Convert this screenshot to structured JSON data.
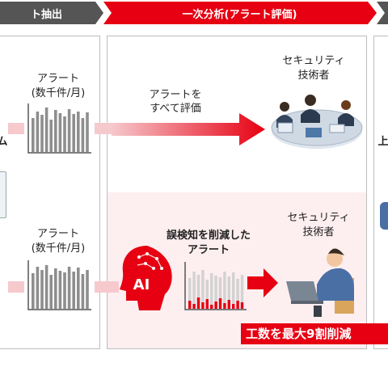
{
  "header": {
    "step1": "ト抽出",
    "step2": "一次分析(アラート評価)"
  },
  "left": {
    "top_label_1": "アラート",
    "top_label_2": "(数千件/月)",
    "bottom_label_1": "アラート",
    "bottom_label_2": "(数千件/月)",
    "cut_text": "ム"
  },
  "middle": {
    "top_arrow_text_1": "アラートを",
    "top_arrow_text_2": "すべて評価",
    "top_role_1": "セキュリティ",
    "top_role_2": "技術者",
    "reduced_label_1": "誤検知を削減した",
    "reduced_label_2": "アラート",
    "bottom_role_1": "セキュリティ",
    "bottom_role_2": "技術者",
    "ai_label": "AI",
    "banner": "工数を最大9割削減"
  },
  "right": {
    "cut_text": "上"
  },
  "colors": {
    "red": "#e60012",
    "dark": "#555555",
    "pink": "#f6c9cd"
  }
}
